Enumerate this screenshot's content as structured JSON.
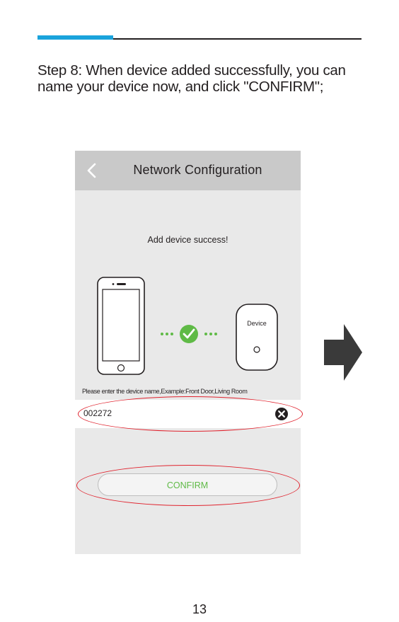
{
  "instruction": {
    "line1": "Step 8: When device added successfully, you can",
    "line2": "name your device now, and click \"CONFIRM\";"
  },
  "app": {
    "title": "Network Configuration",
    "success_message": "Add device success!",
    "device_label": "Device",
    "name_prompt": "Please enter the device name,Example:Front Door,Living Room",
    "device_name_value": "002272",
    "confirm_label": "CONFIRM",
    "colors": {
      "titlebar": "#c9c9c9",
      "screen_bg": "#e9e9e9",
      "success_green": "#5fba46",
      "highlight_red": "#e0232e"
    }
  },
  "page": {
    "number": "13",
    "accent": "#1aa3dc"
  }
}
